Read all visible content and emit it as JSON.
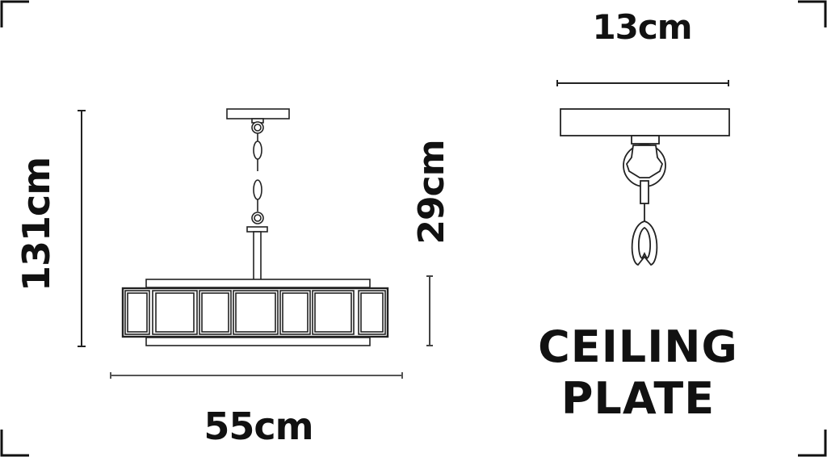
{
  "diagram": {
    "type": "product-dimension-drawing",
    "subject": "pendant light with ceiling plate",
    "colors": {
      "line": "#222222",
      "text": "#111111",
      "background": "#ffffff"
    }
  },
  "dimensions": {
    "overall_height": {
      "value": "131cm",
      "orientation": "vertical"
    },
    "shade_width": {
      "value": "55cm",
      "orientation": "horizontal"
    },
    "shade_height": {
      "value": "29cm",
      "orientation": "vertical"
    },
    "ceiling_plate_width": {
      "value": "13cm",
      "orientation": "horizontal"
    }
  },
  "detail": {
    "title_line1": "CEILING",
    "title_line2": "PLATE"
  },
  "frame": {
    "corner_marks": [
      "top-left",
      "top-right",
      "bottom-left",
      "bottom-right"
    ]
  }
}
